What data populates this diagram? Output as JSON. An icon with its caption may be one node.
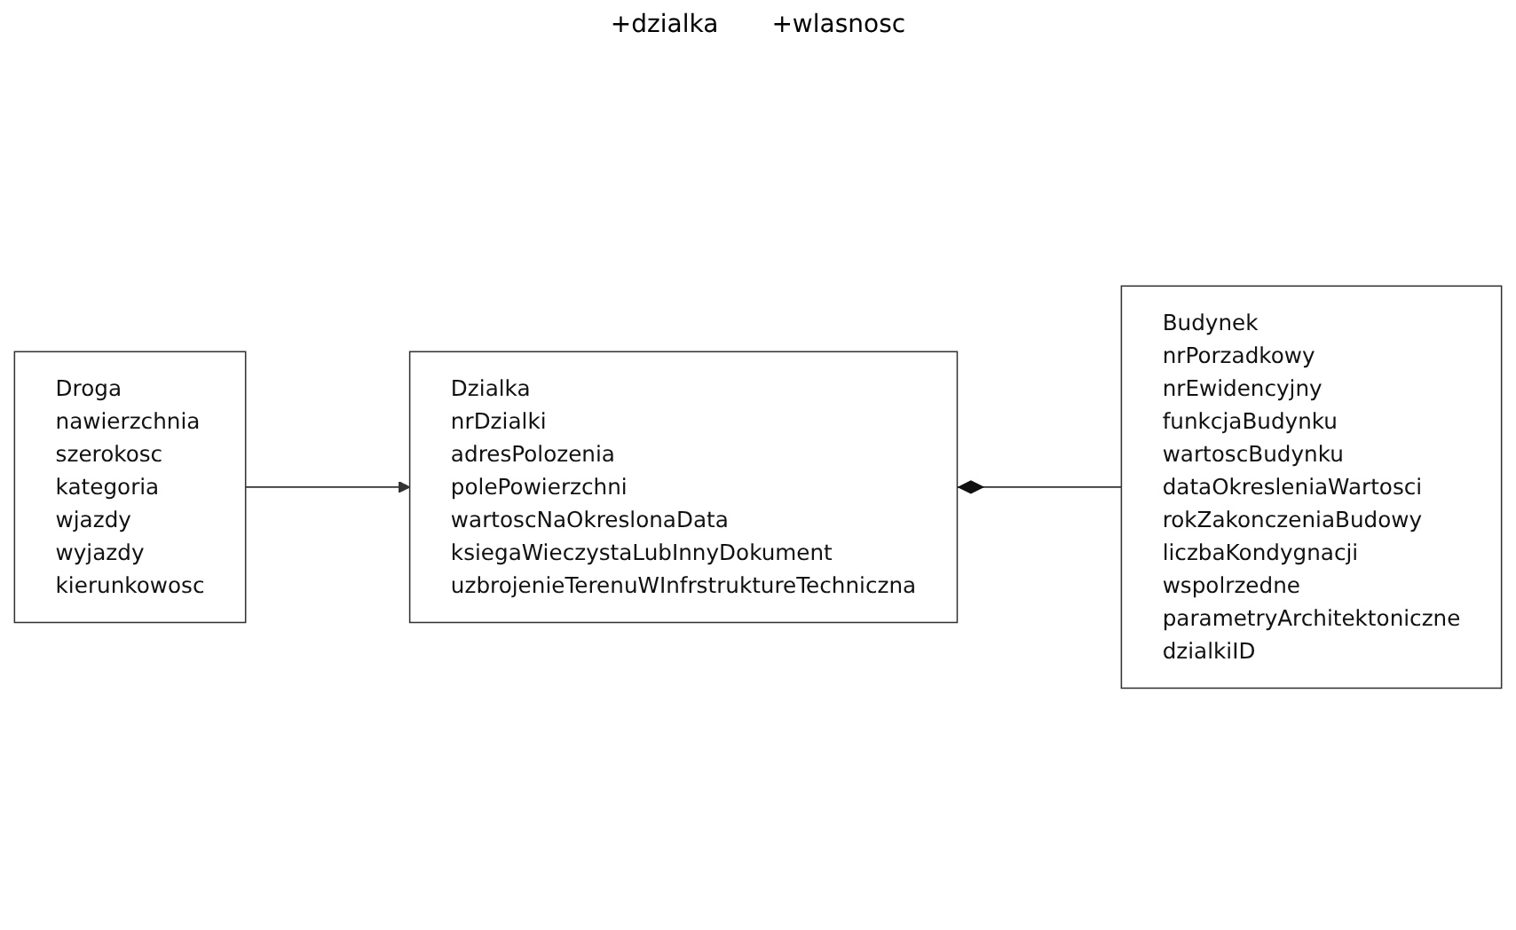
{
  "diagram": {
    "nodes": [
      {
        "text": [
          "Dzialka",
          "nrDzialki",
          "adresPolozenia",
          "polePowierzchni",
          "wartoscNaOkreslonaData",
          "ksiegaWieczystaLubInnyDokument",
          "uzbrojenieTerenuWInfrstruktureTechniczna"
        ]
      },
      {
        "text": [
          "Budynek",
          "nrPorzadkowy",
          "nrEwidencyjny",
          "funkcjaBudynku",
          "wartoscBudynku",
          "dataOkresleniaWartosci",
          "rokZakonczeniaBudowy",
          "liczbaKondygnacji",
          "wspolrzedne",
          "parametryArchitektoniczne",
          "dzialkiID"
        ]
      },
      {
        "text": [
          "Droga",
          "nawierzchnia",
          "szerokosc",
          "kategoria",
          "wjazdy",
          "wyjazdy",
          "kierunkowosc"
        ]
      }
    ],
    "edges": [
      {
        "from": 0,
        "to": 1,
        "arrow": "other"
      },
      {
        "from": 2,
        "to": 0,
        "arrow": "to"
      }
    ],
    "labels": [
      "+dzialka",
      "+wlasnosc"
    ]
  }
}
